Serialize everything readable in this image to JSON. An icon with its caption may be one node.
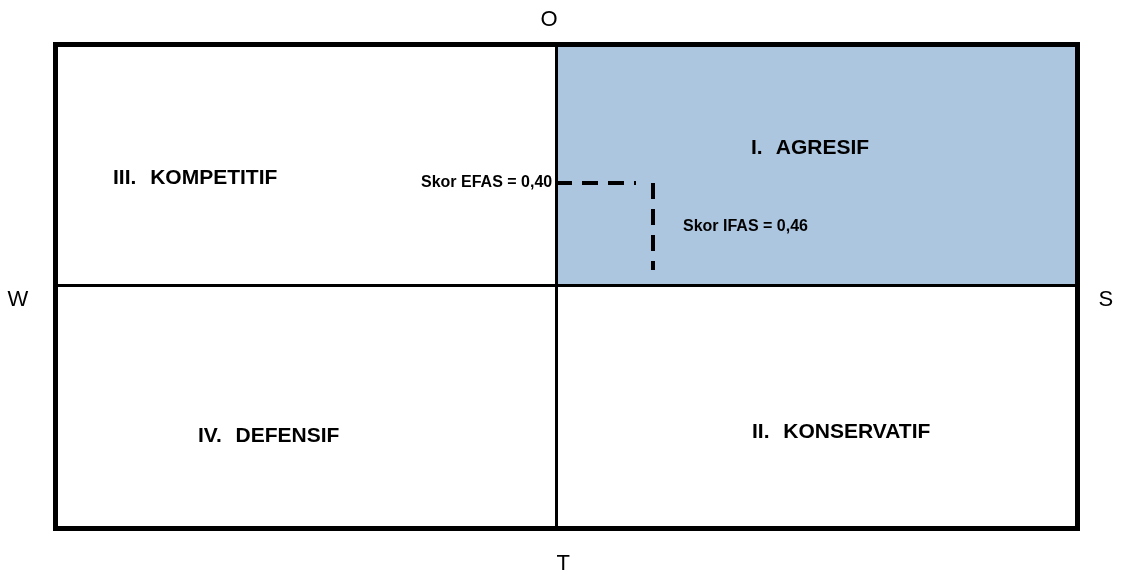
{
  "diagram": {
    "nodes": [
      {
        "text": [
          "III. KOMPETITIF"
        ]
      },
      {
        "text": [
          "I. AGRESIF"
        ]
      },
      {
        "text": [
          "IV. DEFENSIF"
        ]
      },
      {
        "text": [
          "II. KONSERVATIF"
        ]
      }
    ],
    "labels": [
      "O",
      "Skor EFAS = 0,40",
      "Skor IFAS = 0,46",
      "W",
      "S",
      "T"
    ]
  }
}
